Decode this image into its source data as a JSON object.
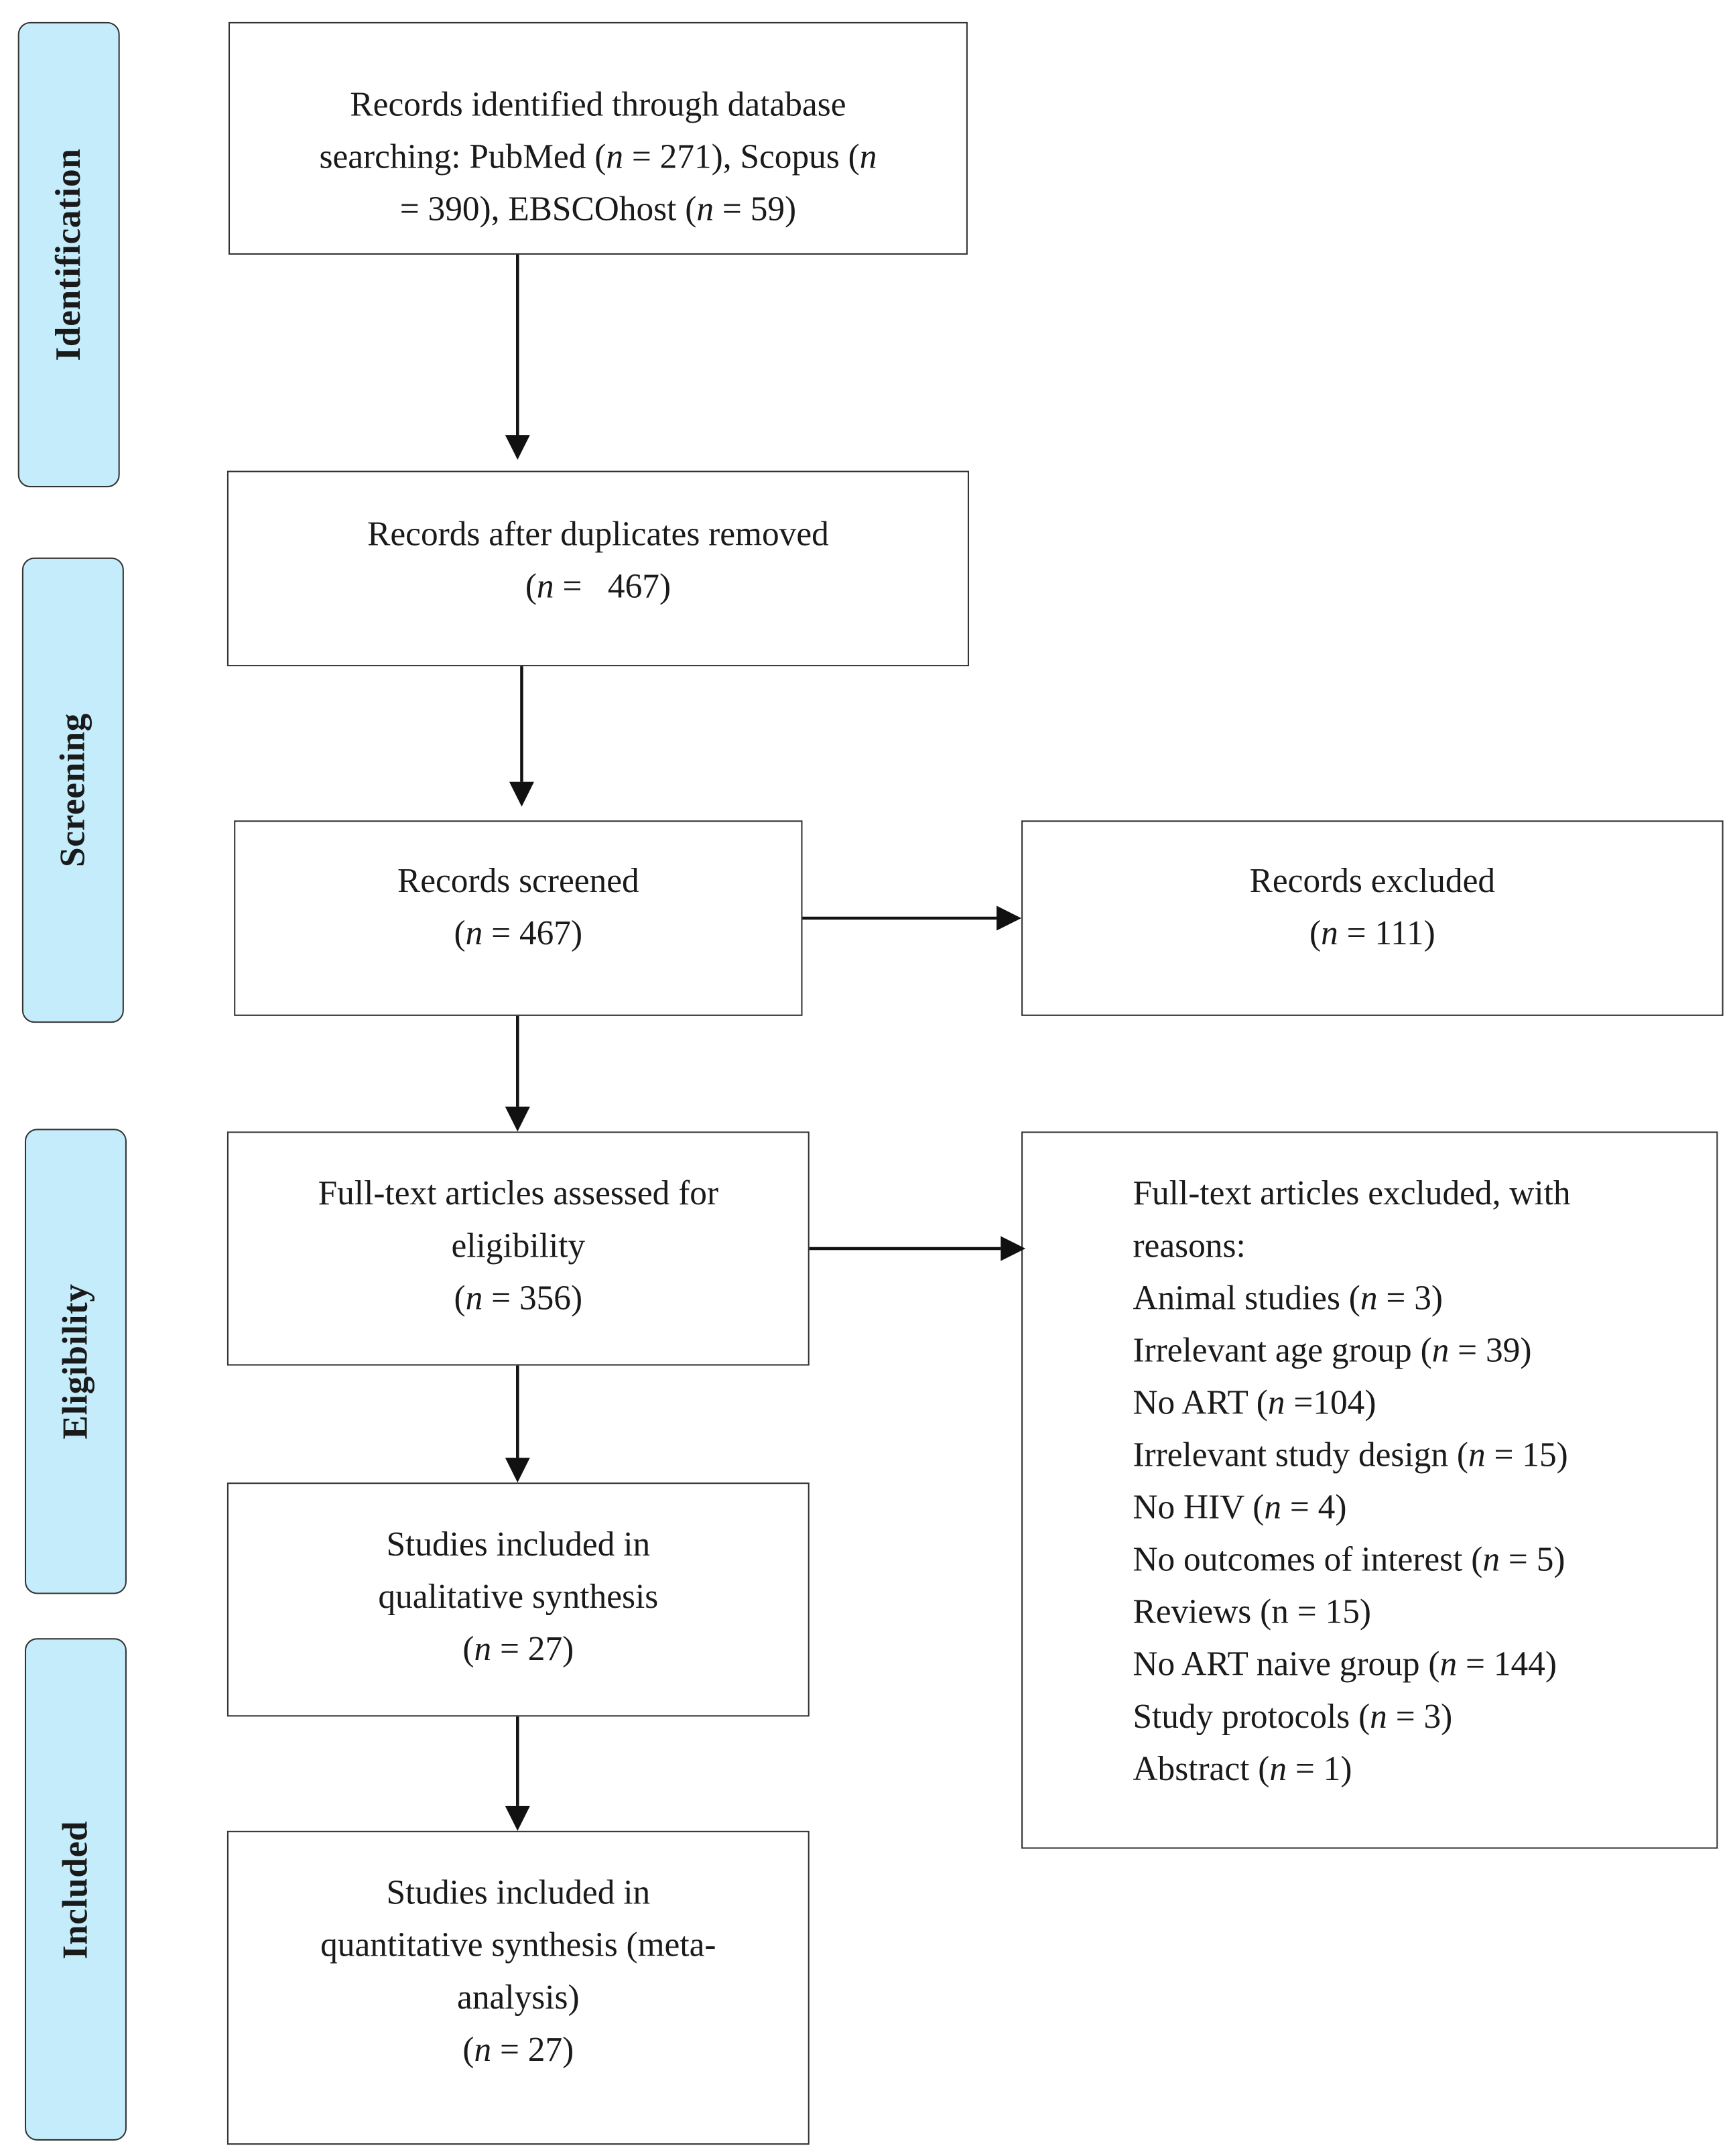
{
  "phases": {
    "identification": "Identification",
    "screening": "Screening",
    "eligibility": "Eligibility",
    "included": "Included"
  },
  "boxes": {
    "identified": {
      "line1": "Records identified through database",
      "line2_a": "searching: PubMed (",
      "n_sym": "n",
      "line2_b": " = 271), Scopus (",
      "line3_a": " = 390), EBSCOhost (",
      "line3_b": " = 59)"
    },
    "duplicates_removed": {
      "line1": "Records after duplicates removed",
      "open": "(",
      "n_sym": "n",
      "value": " =   467)"
    },
    "screened": {
      "line1": "Records screened",
      "open": "(",
      "n_sym": "n",
      "value": " = 467)"
    },
    "excluded": {
      "line1": "Records excluded",
      "open": "(",
      "n_sym": "n",
      "value": " = 111)"
    },
    "fulltext": {
      "line1": "Full-text articles assessed for",
      "line2": "eligibility",
      "open": "(",
      "n_sym": "n",
      "value": " = 356)"
    },
    "fulltext_excluded": {
      "line1": "Full-text articles excluded, with",
      "line2": "reasons:",
      "n_sym": "n",
      "reasons": [
        {
          "label": "Animal studies (",
          "value": " = 3)"
        },
        {
          "label": "Irrelevant age group (",
          "value": " = 39)"
        },
        {
          "label": "No ART (",
          "value": " =104)"
        },
        {
          "label": "Irrelevant study design (",
          "value": " = 15)"
        },
        {
          "label": "No HIV (",
          "value": " = 4)"
        },
        {
          "label": "No outcomes of interest (",
          "value": " = 5)"
        },
        {
          "label": "Reviews (n = 15)",
          "value": ""
        },
        {
          "label": "No ART naive group (",
          "value": " = 144)"
        },
        {
          "label": "Study protocols (",
          "value": " = 3)"
        },
        {
          "label": "Abstract (",
          "value": " = 1)"
        }
      ]
    },
    "qualitative": {
      "line1": "Studies included in",
      "line2": "qualitative synthesis",
      "open": "(",
      "n_sym": "n",
      "value": " = 27)"
    },
    "quantitative": {
      "line1": "Studies included in",
      "line2": "quantitative synthesis (meta-",
      "line3": "analysis)",
      "open": "(",
      "n_sym": "n",
      "value": " = 27)"
    }
  }
}
